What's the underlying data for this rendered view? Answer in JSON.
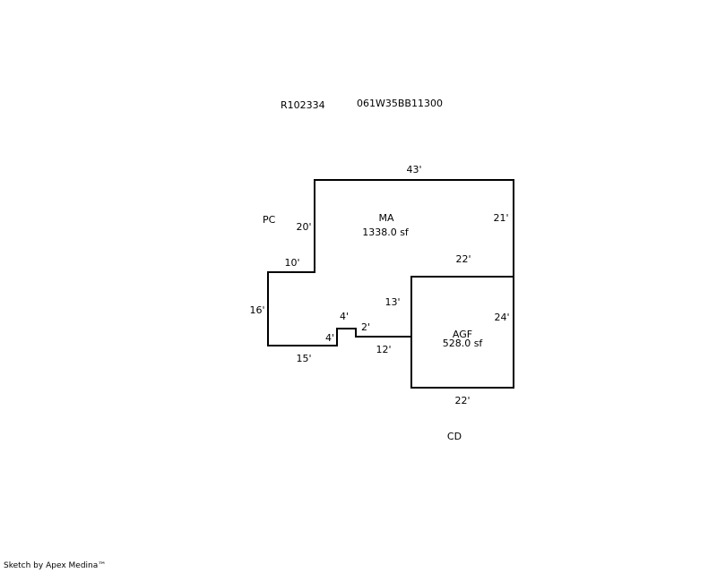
{
  "header": {
    "account_id": "R102334",
    "map_tax_lot": "061W35BB11300"
  },
  "areas": {
    "ma": {
      "code": "MA",
      "area": "1338.0 sf"
    },
    "agf": {
      "code": "AGF",
      "area": "528.0 sf"
    }
  },
  "labels": {
    "pc": "PC",
    "cd": "CD"
  },
  "dimensions": {
    "ma_top": "43'",
    "ma_left_upper": "20'",
    "ma_right": "21'",
    "ma_step": "10'",
    "ma_left_lower": "16'",
    "ma_bottom_left": "15'",
    "jog_left": "4'",
    "jog_top": "4'",
    "jog_right": "2'",
    "ma_bottom_right": "12'",
    "ma_inner": "13'",
    "agf_top": "22'",
    "agf_right": "24'",
    "agf_bottom": "22'"
  },
  "footer": {
    "credit": "Sketch by Apex Medina™"
  }
}
